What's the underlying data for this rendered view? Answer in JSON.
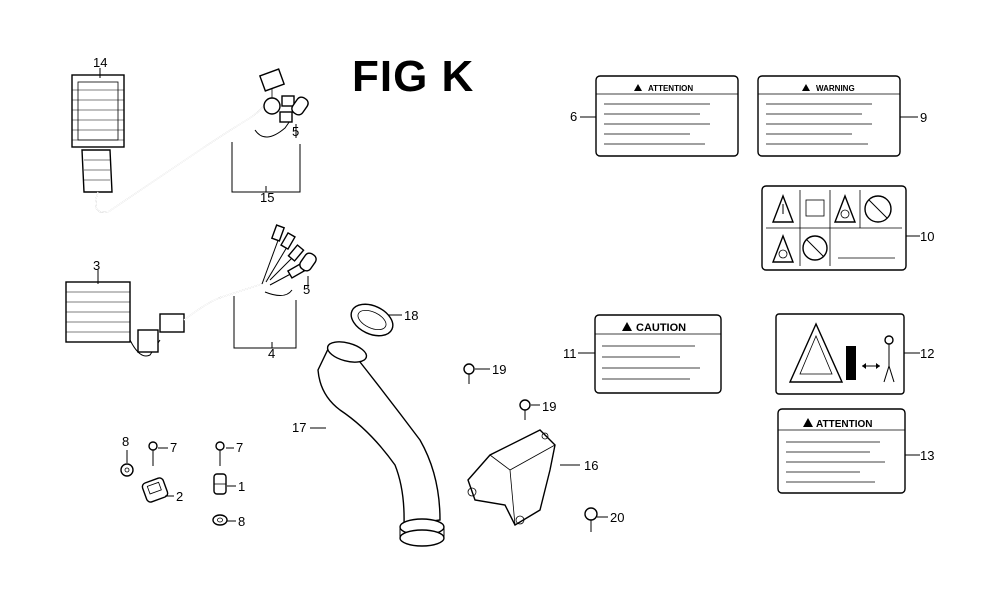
{
  "figure": {
    "title": "FIG K"
  },
  "parts": {
    "p1": "1",
    "p2": "2",
    "p3": "3",
    "p4": "4",
    "p5a": "5",
    "p5b": "5",
    "p6": "6",
    "p7a": "7",
    "p7b": "7",
    "p8a": "8",
    "p8b": "8",
    "p9": "9",
    "p10": "10",
    "p11": "11",
    "p12": "12",
    "p13": "13",
    "p14": "14",
    "p15": "15",
    "p16": "16",
    "p17": "17",
    "p18": "18",
    "p19a": "19",
    "p19b": "19",
    "p20": "20"
  },
  "labels": {
    "attention_top": "ATTENTION",
    "warning": "WARNING",
    "caution": "CAUTION",
    "attention_bottom": "ATTENTION"
  }
}
